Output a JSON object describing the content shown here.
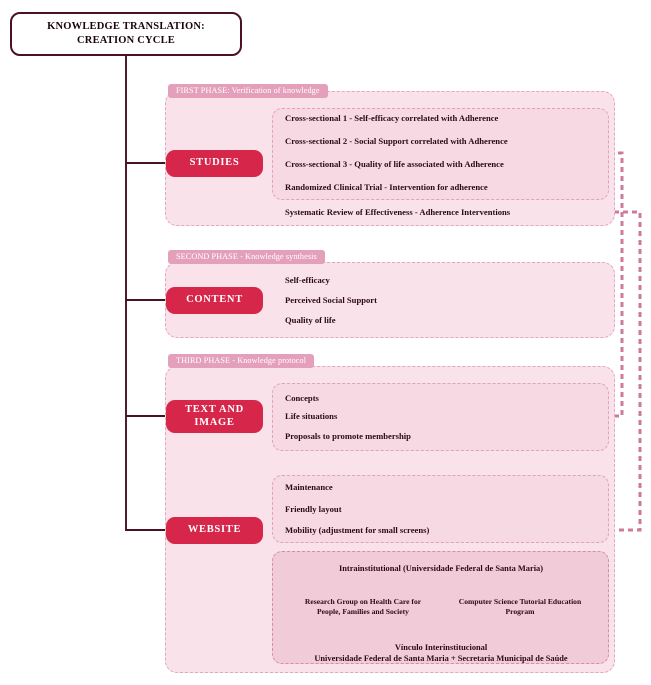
{
  "title": {
    "line1": "KNOWLEDGE TRANSLATION:",
    "line2": "CREATION CYCLE"
  },
  "colors": {
    "node_pill": "#d6264a",
    "phase_label": "#e4a0ba",
    "phase_panel_bg": "#f9e2ea",
    "item_panel_bg": "#f6d9e3",
    "institution_bg": "#f2cbd8",
    "connector_dark": "#4a1220",
    "feedback_dashed": "#cf7a9c"
  },
  "phases": [
    {
      "label": "FIRST PHASE: Verification of knowledge",
      "node": {
        "line1": "STUDIES"
      },
      "items": [
        "Cross-sectional 1 - Self-efficacy correlated with Adherence",
        "Cross-sectional 2 - Social Support correlated with Adherence",
        "Cross-sectional 3 - Quality of life associated with Adherence",
        "Randomized Clinical Trial - Intervention for adherence"
      ],
      "outside_item": "Systematic Review of Effectiveness - Adherence Interventions"
    },
    {
      "label": "SECOND PHASE - Knowledge synthesis",
      "node": {
        "line1": "CONTENT"
      },
      "items": [
        "Self-efficacy",
        "Perceived Social Support",
        "Quality of life"
      ]
    },
    {
      "label": "THIRD PHASE - Knowledge protocol",
      "node": {
        "line1": "TEXT AND",
        "line2": "IMAGE"
      },
      "items": [
        "Concepts",
        "Life situations",
        "Proposals to promote membership"
      ]
    },
    {
      "label": "",
      "node": {
        "line1": "WEBSITE"
      },
      "items": [
        "Maintenance",
        "Friendly layout",
        "Mobility (adjustment for small screens)"
      ]
    }
  ],
  "institution": {
    "header": "Intrainstitutional (Universidade Federal de Santa Maria)",
    "branch_left_line1": "Research Group on Health Care for",
    "branch_left_line2": "People, Families and Society",
    "branch_right_line1": "Computer Science Tutorial Education",
    "branch_right_line2": "Program",
    "footer_line1": "Vínculo Interinstitucional",
    "footer_line2": "Universidade Federal de Santa Maria + Secretaria Municipal de Saúde"
  }
}
